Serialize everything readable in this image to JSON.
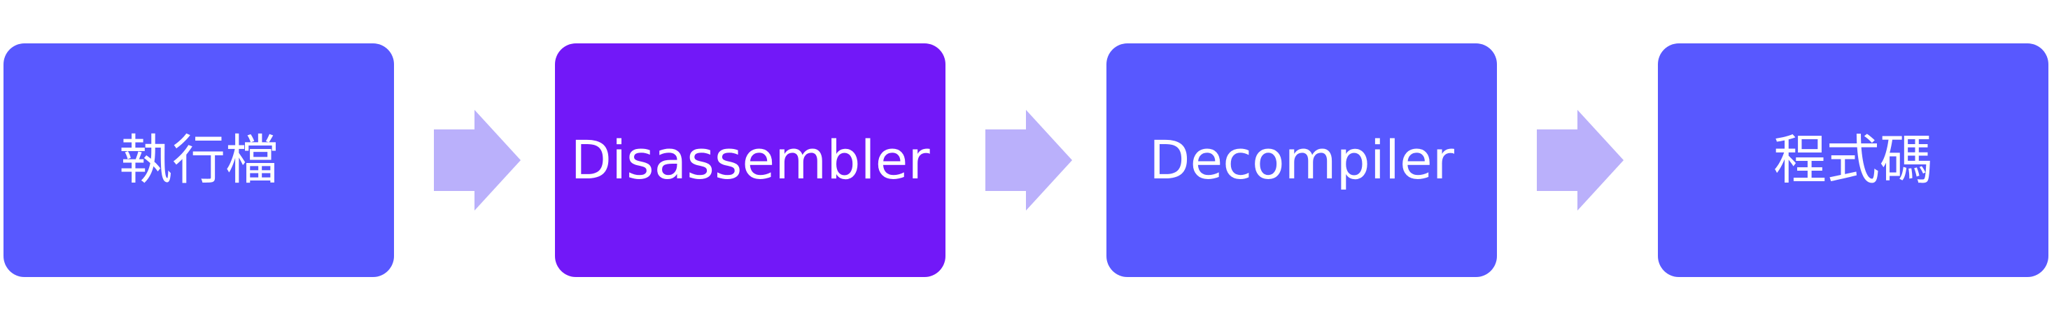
{
  "colors": {
    "node_default": "#5858ff",
    "node_highlight": "#7218f8",
    "arrow": "#bab0fb",
    "text": "#ffffff"
  },
  "nodes": [
    {
      "label": "執行檔",
      "highlight": false
    },
    {
      "label": "Disassembler",
      "highlight": true
    },
    {
      "label": "Decompiler",
      "highlight": false
    },
    {
      "label": "程式碼",
      "highlight": false
    }
  ],
  "arrows": [
    {
      "icon": "arrow-right-icon"
    },
    {
      "icon": "arrow-right-icon"
    },
    {
      "icon": "arrow-right-icon"
    }
  ]
}
